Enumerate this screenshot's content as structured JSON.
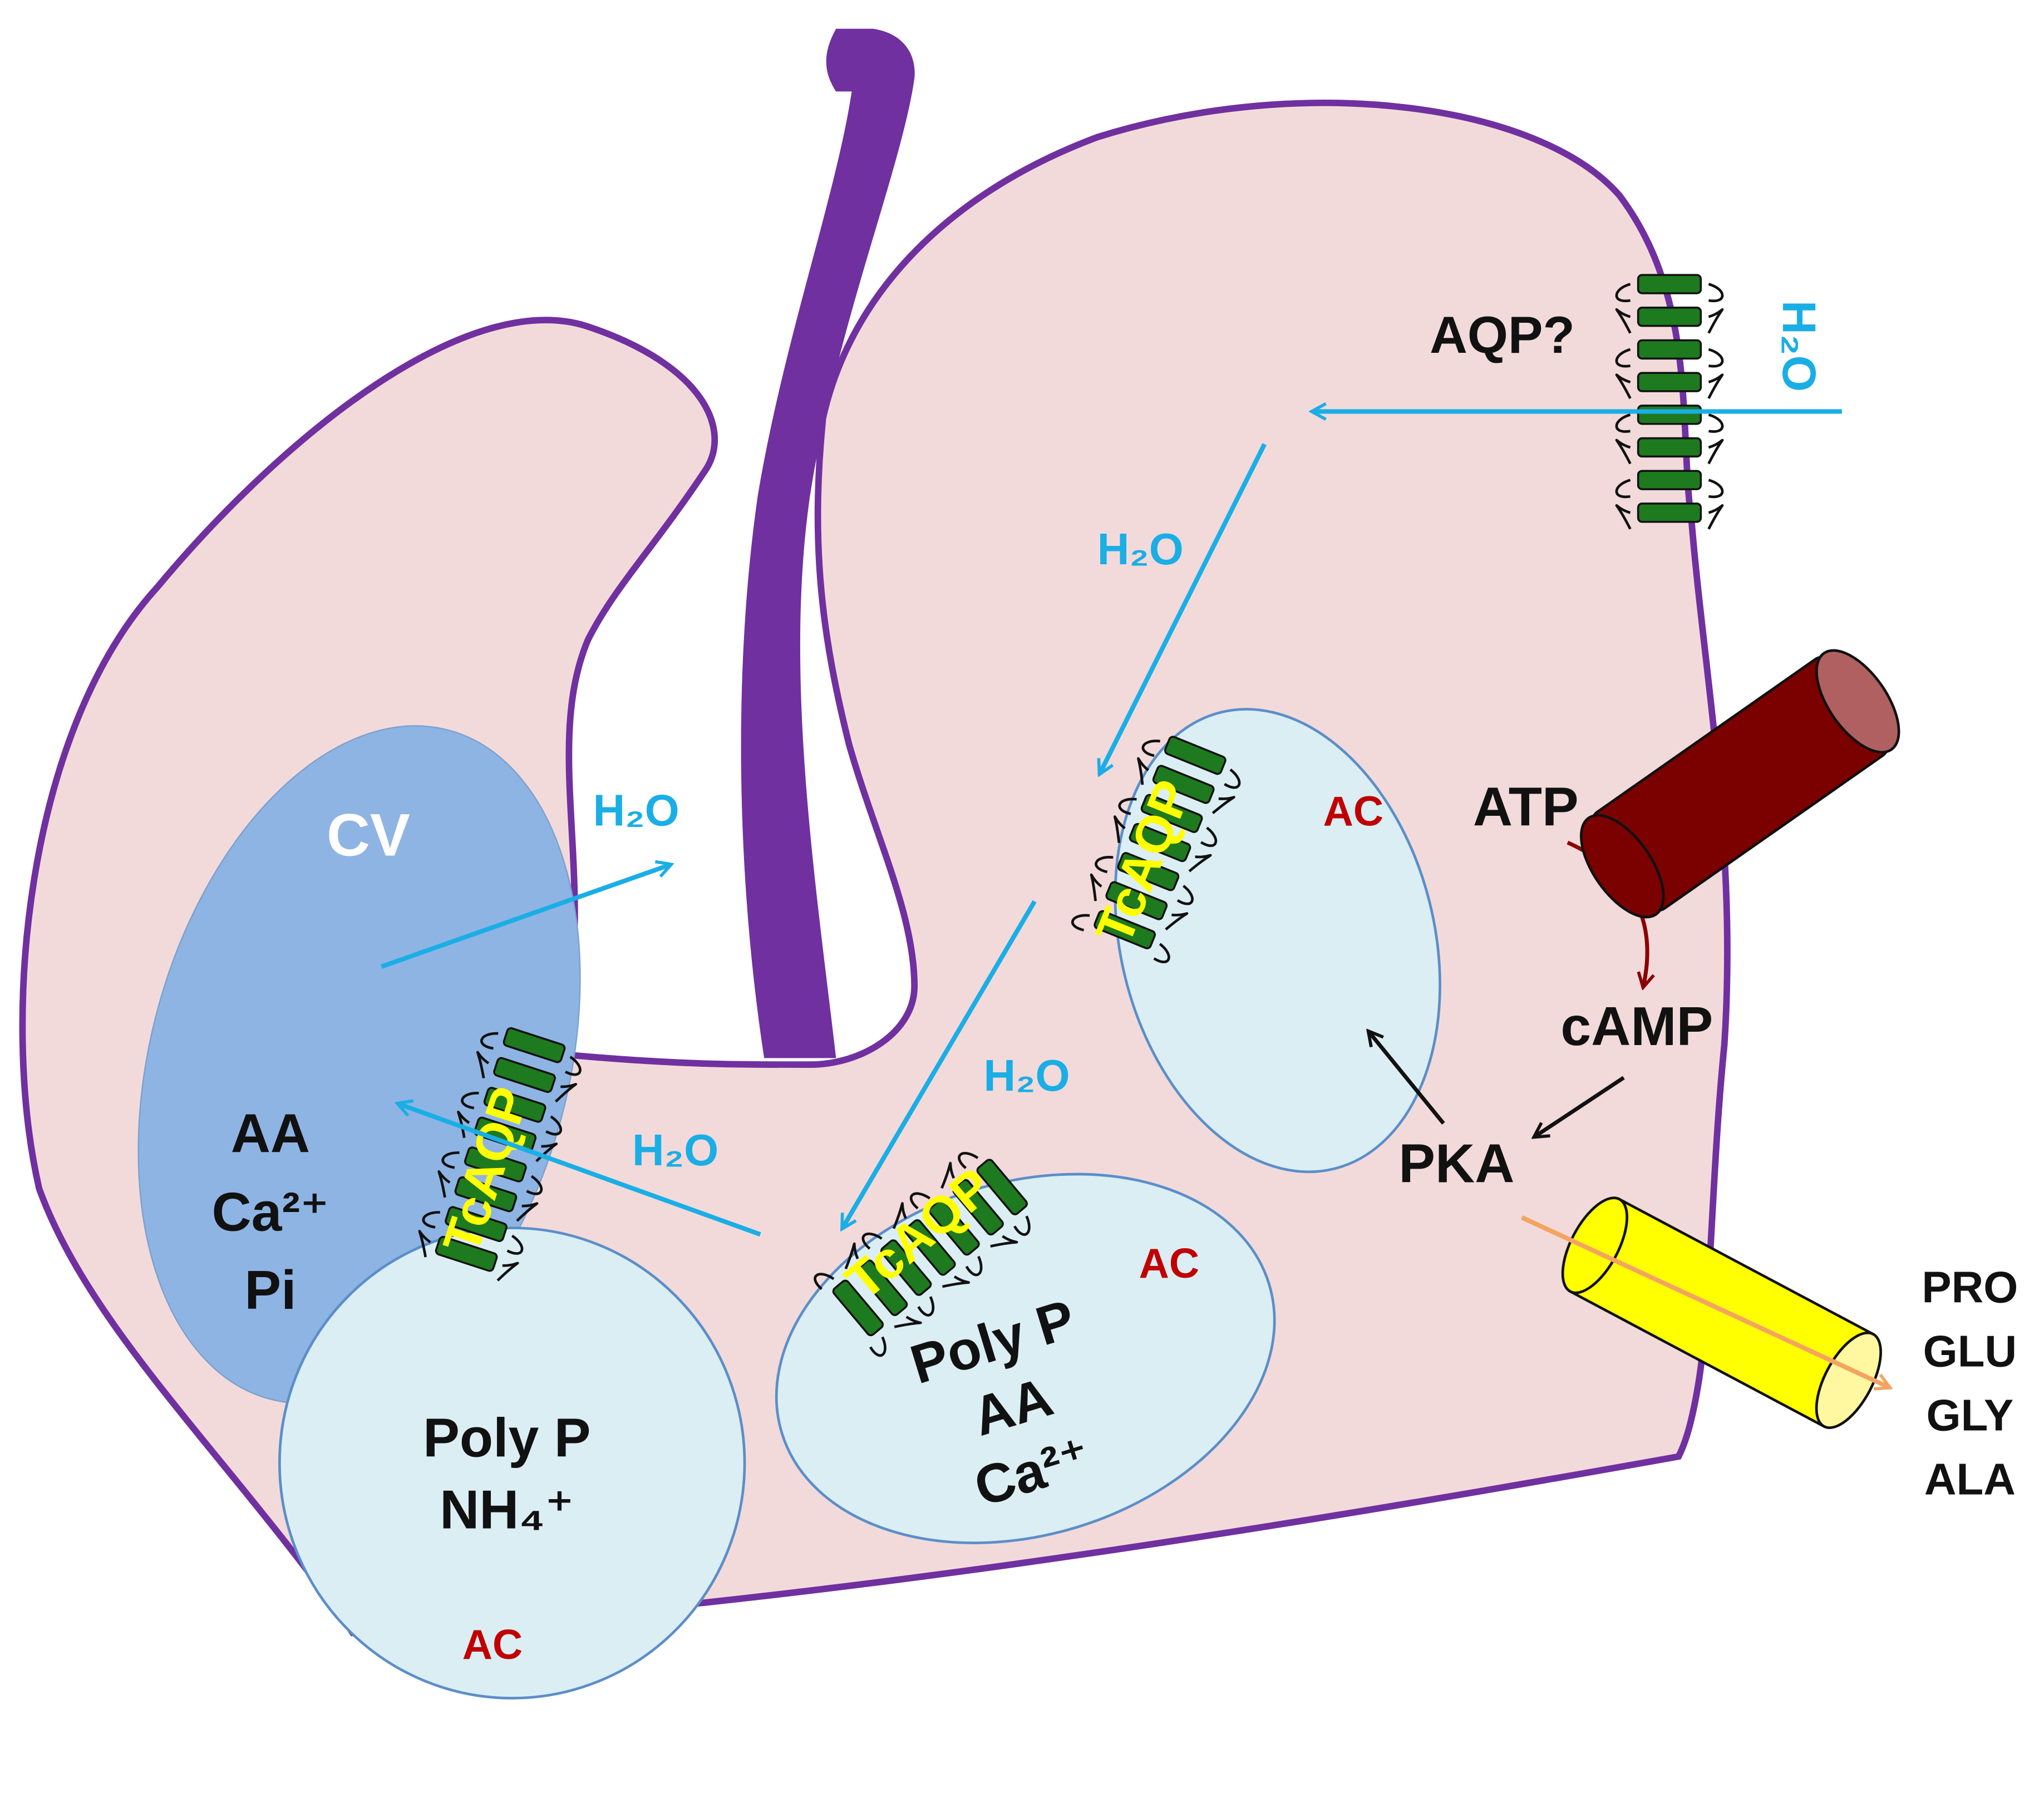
{
  "labels": {
    "aqp_question": "AQP?",
    "h2o_top": "H₂O",
    "h2o_mid": "H₂O",
    "h2o_cv": "H₂O",
    "h2o_right_low": "H₂O",
    "h2o_left_low": "H₂O",
    "cv": "CV",
    "cv_content": [
      "AA",
      "Ca²⁺",
      "Pi"
    ],
    "acido_bottom": [
      "Poly P",
      "NH₄⁺"
    ],
    "acido_mid": [
      "Poly P",
      "AA",
      "Ca²⁺"
    ],
    "ac_upper": "AC",
    "ac_mid": "AC",
    "ac_bottom": "AC",
    "tcaqp": "TcAQP",
    "atp": "ATP",
    "camp": "cAMP",
    "pka": "PKA",
    "amino_acids": [
      "PRO",
      "GLU",
      "GLY",
      "ALA"
    ]
  },
  "colors": {
    "cell_fill": "#f2dada",
    "membrane": "#7030a0",
    "flagellum": "#7030a0",
    "cv_fill": "#8eb4e3",
    "acidocalcisome_fill": "#dbeef4",
    "acidocalcisome_stroke": "#5b8ec9",
    "aquaporin": "#1e7a1e",
    "water_arrow": "#1aaee6",
    "ac_text": "#c00000",
    "tcaqp_text": "#ffff00",
    "channel_brown": "#7b0000",
    "channel_yellow": "#ffff00",
    "efflux_arrow": "#f4a460",
    "atp_arrow": "#8b0000"
  },
  "icons": {
    "aquaporin": "aquaporin-icon",
    "channel_atp": "atp-channel-icon",
    "channel_aa": "amino-acid-channel-icon"
  }
}
